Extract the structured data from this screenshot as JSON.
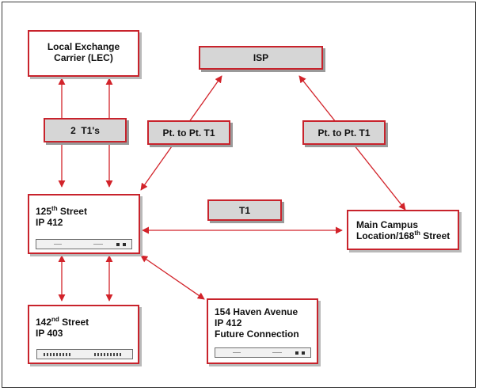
{
  "nodes": {
    "lec": {
      "line1": "Local Exchange",
      "line2": "Carrier (LEC)"
    },
    "isp": {
      "label": "ISP"
    },
    "two_t1": {
      "label": "2  T1's"
    },
    "ptp_left": {
      "label": "Pt. to Pt. T1"
    },
    "ptp_right": {
      "label": "Pt. to Pt. T1"
    },
    "t1": {
      "label": "T1"
    },
    "street125": {
      "num": "125",
      "sup": "th",
      "rest": " Street",
      "line2": "IP 412"
    },
    "main_campus": {
      "line1": "Main Campus",
      "line2_pre": "Location/168",
      "line2_sup": "th",
      "line2_post": " Street"
    },
    "street142": {
      "num": "142",
      "sup": "nd",
      "rest": " Street",
      "line2": "IP 403"
    },
    "haven": {
      "line1": "154 Haven Avenue",
      "line2": "IP 412",
      "line3": "Future Connection"
    }
  },
  "colors": {
    "link": "#d2232a",
    "border": "#c8232c",
    "label_fill": "#d6d6d6"
  }
}
